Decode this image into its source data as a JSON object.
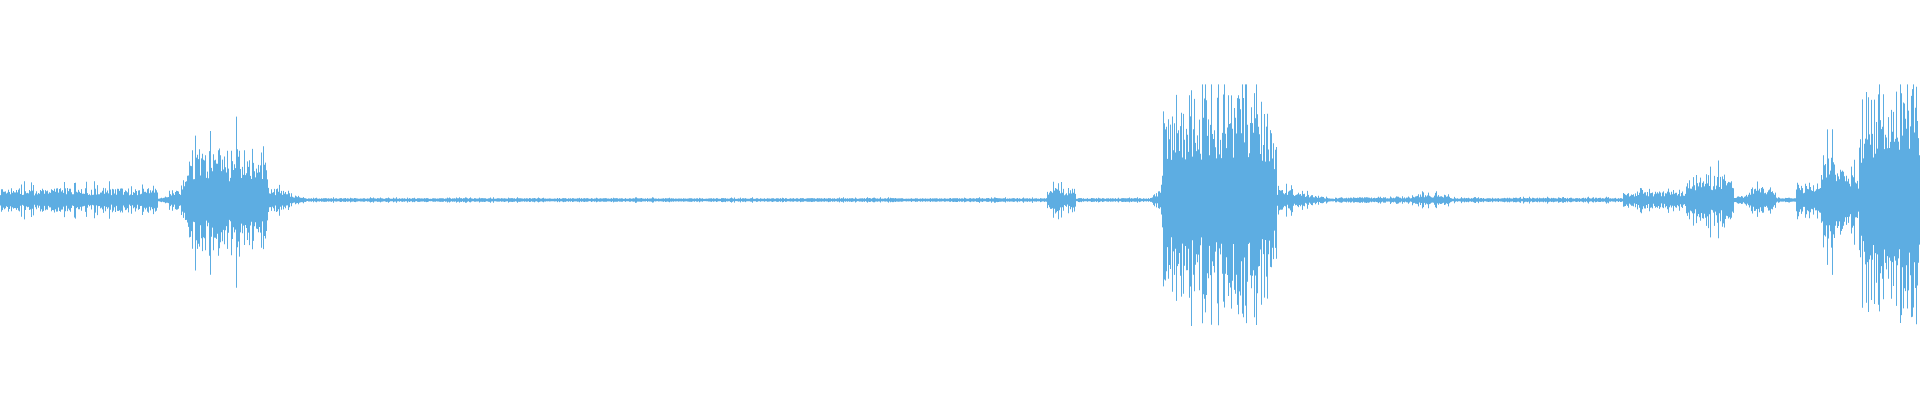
{
  "waveform": {
    "color": "#5dade2",
    "background": "#ffffff",
    "baseline_level": 0.004,
    "segments": [
      {
        "start": 0.0,
        "end": 0.082,
        "level": 0.1
      },
      {
        "start": 0.082,
        "end": 0.095,
        "level": 0.1,
        "ramp": "up"
      },
      {
        "start": 0.095,
        "end": 0.14,
        "level": 0.45
      },
      {
        "start": 0.14,
        "end": 0.16,
        "level": 0.12,
        "ramp": "down"
      },
      {
        "start": 0.16,
        "end": 0.545,
        "level": 0.012
      },
      {
        "start": 0.545,
        "end": 0.56,
        "level": 0.1
      },
      {
        "start": 0.56,
        "end": 0.598,
        "level": 0.012
      },
      {
        "start": 0.598,
        "end": 0.605,
        "level": 0.1,
        "ramp": "up"
      },
      {
        "start": 0.605,
        "end": 0.665,
        "level": 0.95
      },
      {
        "start": 0.665,
        "end": 0.695,
        "level": 0.1,
        "ramp": "down"
      },
      {
        "start": 0.695,
        "end": 0.735,
        "level": 0.02
      },
      {
        "start": 0.735,
        "end": 0.755,
        "level": 0.045
      },
      {
        "start": 0.755,
        "end": 0.845,
        "level": 0.015
      },
      {
        "start": 0.845,
        "end": 0.878,
        "level": 0.07
      },
      {
        "start": 0.878,
        "end": 0.903,
        "level": 0.22
      },
      {
        "start": 0.903,
        "end": 0.91,
        "level": 0.03
      },
      {
        "start": 0.91,
        "end": 0.925,
        "level": 0.11
      },
      {
        "start": 0.925,
        "end": 0.935,
        "level": 0.02
      },
      {
        "start": 0.935,
        "end": 0.948,
        "level": 0.15
      },
      {
        "start": 0.948,
        "end": 0.956,
        "level": 0.4
      },
      {
        "start": 0.956,
        "end": 0.968,
        "level": 0.3
      },
      {
        "start": 0.968,
        "end": 1.0,
        "level": 1.0
      }
    ]
  }
}
